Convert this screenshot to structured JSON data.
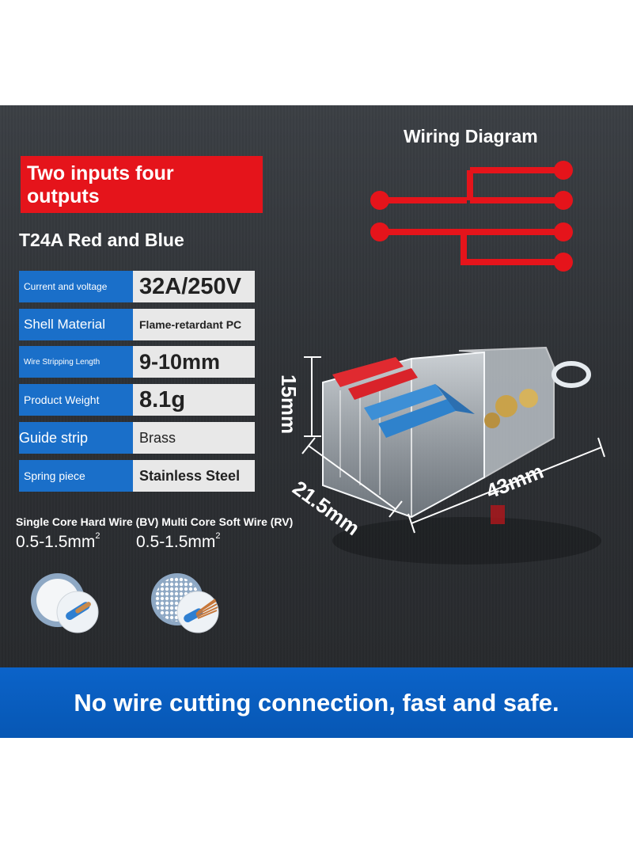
{
  "banner": {
    "line1": "Two inputs four",
    "line2": "outputs"
  },
  "model": "T24A Red and Blue",
  "specs": [
    {
      "label": "Current and voltage",
      "value": "32A/250V"
    },
    {
      "label": "Shell Material",
      "value": "Flame-retardant PC"
    },
    {
      "label": "Wire Stripping Length",
      "value": "9-10mm"
    },
    {
      "label": "Product Weight",
      "value": "8.1g"
    },
    {
      "label": "Guide strip",
      "value": "Brass"
    },
    {
      "label": "Spring piece",
      "value": "Stainless Steel"
    }
  ],
  "wires": {
    "heading": "Single Core Hard Wire (BV) Multi Core Soft Wire (RV)",
    "single_range": "0.5-1.5mm",
    "multi_range": "0.5-1.5mm",
    "exponent": "2"
  },
  "diagram": {
    "title": "Wiring Diagram"
  },
  "dimensions": {
    "height": "15mm",
    "depth": "21.5mm",
    "length": "43mm"
  },
  "footer": "No wire cutting connection, fast and safe.",
  "colors": {
    "accent_red": "#e5141b",
    "accent_blue": "#1a6fc9",
    "footer_blue": "#0b63c9"
  }
}
